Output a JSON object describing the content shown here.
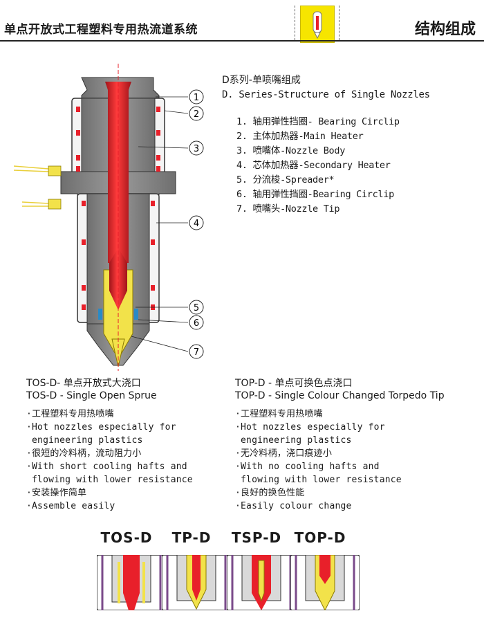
{
  "header": {
    "title": "单点开放式工程塑料专用热流道系统",
    "section": "结构组成"
  },
  "series": {
    "title_cn": "D系列-单喷嘴组成",
    "title_en": "D. Series-Structure of Single Nozzles"
  },
  "callout_numbers": [
    "1",
    "2",
    "3",
    "4",
    "5",
    "6",
    "7"
  ],
  "parts": [
    "1. 轴用弹性挡圈- Bearing Circlip",
    "2. 主体加热器-Main Heater",
    "3. 喷嘴体-Nozzle Body",
    "4. 芯体加热器-Secondary Heater",
    "5. 分流梭-Spreader*",
    "6. 轴用弹性挡圈-Bearing Circlip",
    "7. 喷嘴头-Nozzle Tip"
  ],
  "tos": {
    "title_cn": "TOS-D- 单点开放式大浇口",
    "title_en": "TOS-D - Single Open Sprue",
    "features": [
      "·工程塑料专用热喷嘴",
      "·Hot nozzles especially for",
      " engineering plastics",
      "·很短的冷料柄，流动阻力小",
      "·With short cooling hafts and",
      " flowing with lower resistance",
      "·安装操作简单",
      "·Assemble easily"
    ]
  },
  "top": {
    "title_cn": "TOP-D - 单点可换色点浇口",
    "title_en": "TOP-D - Single Colour Changed Torpedo Tip",
    "features": [
      "·工程塑料专用热喷嘴",
      "·Hot nozzles especially for",
      " engineering plastics",
      "·无冷料柄，浇口痕迹小",
      "·With no cooling hafts and",
      " flowing with lower resistance",
      "·良好的换色性能",
      "·Easily colour change"
    ]
  },
  "types": [
    "TOS-D",
    "TP-D",
    "TSP-D",
    "TOP-D"
  ],
  "colors": {
    "melt_red": "#e8202a",
    "body_gray": "#8a8a8a",
    "tip_yellow": "#f2e24a",
    "logo_yellow": "#f6e500"
  }
}
